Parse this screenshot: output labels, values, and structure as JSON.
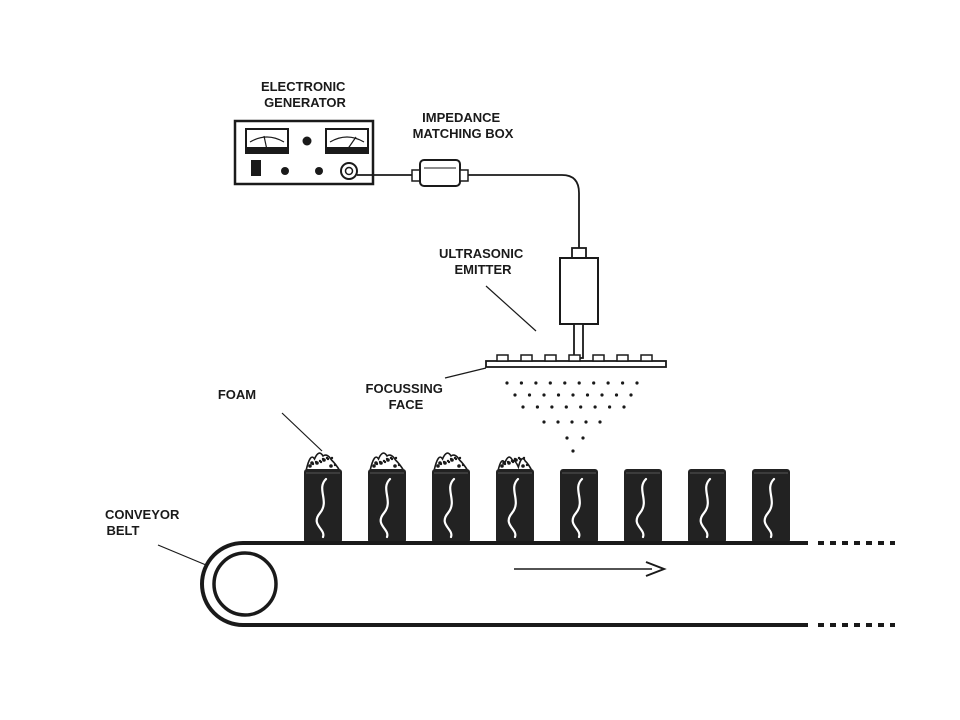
{
  "labels": {
    "generator": [
      "ELECTRONIC",
      "GENERATOR"
    ],
    "impedance": [
      "IMPEDANCE",
      "MATCHING BOX"
    ],
    "emitter": [
      "ULTRASONIC",
      "EMITTER"
    ],
    "focussing": [
      "FOCUSSING",
      "FACE"
    ],
    "foam": "FOAM",
    "conveyor": [
      "CONVEYOR",
      "BELT"
    ]
  },
  "cans": [
    {
      "foam": "high"
    },
    {
      "foam": "high"
    },
    {
      "foam": "high"
    },
    {
      "foam": "low"
    },
    {
      "foam": "none"
    },
    {
      "foam": "none"
    },
    {
      "foam": "none"
    },
    {
      "foam": "none"
    }
  ],
  "colors": {
    "ink": "#1a1a1a",
    "can_fill": "#222222",
    "background": "#ffffff"
  }
}
